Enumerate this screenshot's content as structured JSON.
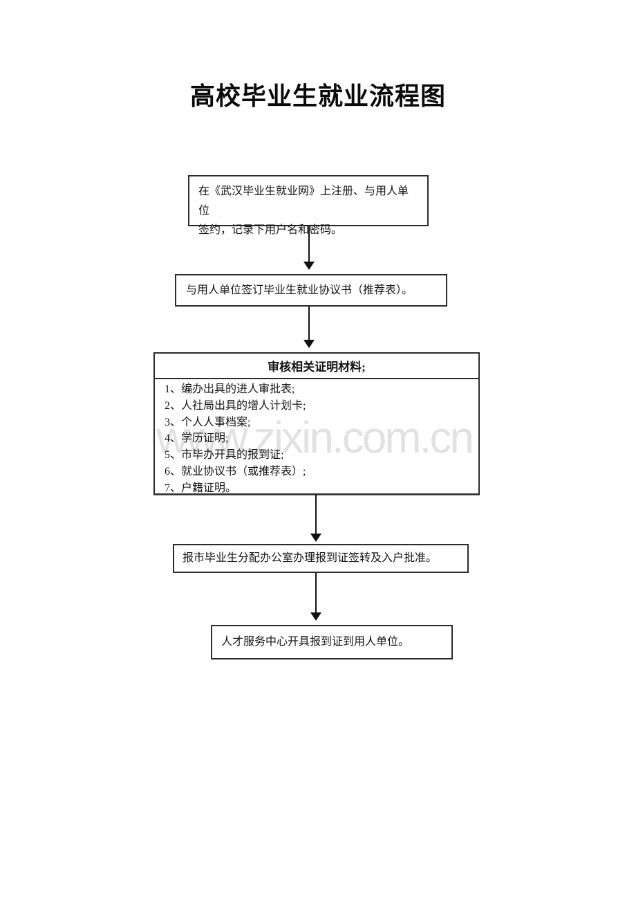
{
  "page": {
    "title": "高校毕业生就业流程图",
    "watermark": "www.zixin.com.cn",
    "colors": {
      "background": "#ffffff",
      "border": "#2b2b2b",
      "text": "#151515",
      "watermark": "#e2e2e2"
    }
  },
  "flowchart": {
    "boxes": [
      {
        "id": "step-1",
        "text": "在《武汉毕业生就业网》上注册、与用人单位\n签约，记录下用户名和密码。"
      },
      {
        "id": "step-2",
        "text": "与用人单位签订毕业生就业协议书（推荐表）。"
      },
      {
        "id": "step-3",
        "header": "审核相关证明材料;",
        "items": [
          "1、编办出具的进人审批表;",
          "2、人社局出具的增人计划卡;",
          "3、个人人事档案;",
          "4、学历证明;",
          "5、市毕办开具的报到证;",
          "6、就业协议书（或推荐表）;",
          "7、户籍证明。"
        ]
      },
      {
        "id": "step-4",
        "text": "报市毕业生分配办公室办理报到证签转及入户批准。"
      },
      {
        "id": "step-5",
        "text": "人才服务中心开具报到证到用人单位。"
      }
    ]
  }
}
